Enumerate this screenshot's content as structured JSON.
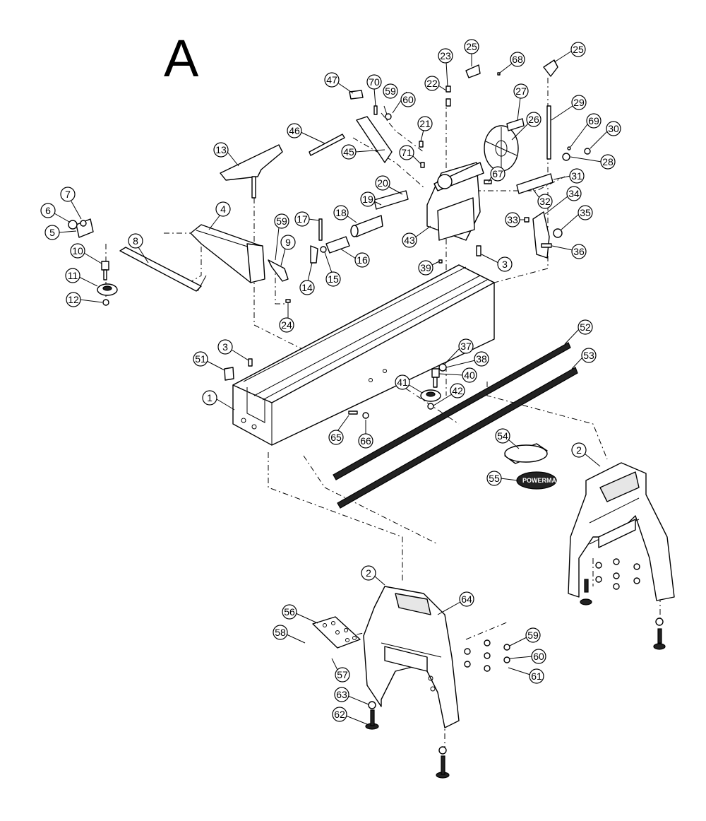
{
  "diagram": {
    "section_letter": "A",
    "brand_badge_text": "POWERMATIC",
    "callouts": [
      "1",
      "2",
      "2",
      "3",
      "3",
      "4",
      "5",
      "6",
      "7",
      "8",
      "9",
      "10",
      "11",
      "12",
      "13",
      "14",
      "15",
      "16",
      "17",
      "18",
      "19",
      "20",
      "21",
      "22",
      "23",
      "24",
      "25",
      "25",
      "26",
      "27",
      "28",
      "29",
      "30",
      "31",
      "32",
      "33",
      "34",
      "35",
      "36",
      "37",
      "38",
      "39",
      "40",
      "41",
      "42",
      "43",
      "45",
      "46",
      "47",
      "51",
      "52",
      "53",
      "54",
      "55",
      "56",
      "57",
      "58",
      "59",
      "59",
      "59",
      "60",
      "60",
      "61",
      "62",
      "63",
      "64",
      "65",
      "66",
      "67",
      "68",
      "69",
      "70",
      "71"
    ]
  }
}
